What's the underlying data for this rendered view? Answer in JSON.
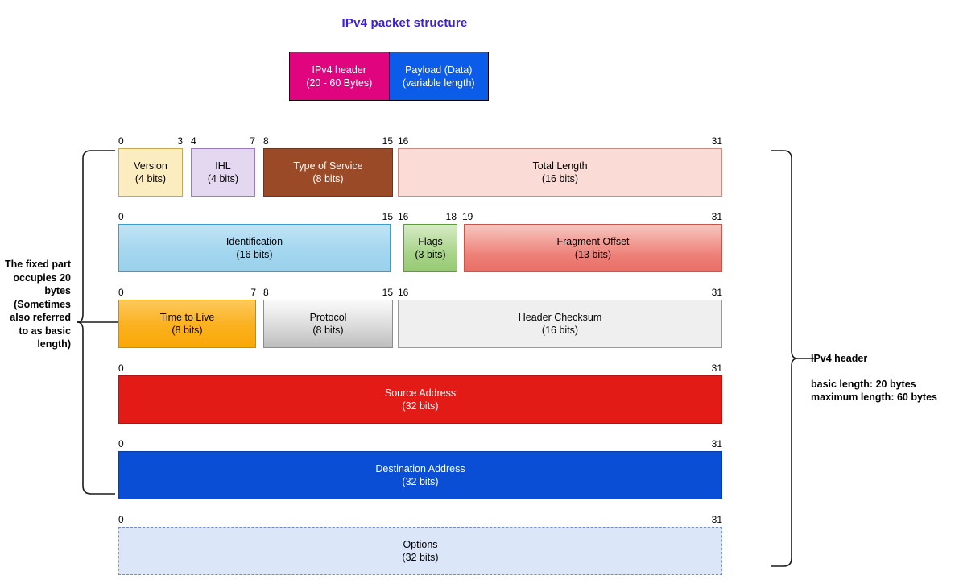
{
  "title": "IPv4 packet structure",
  "colors": {
    "title": "#3B1FE0",
    "header_box": "#E0057F",
    "payload_box": "#0B5CE8",
    "source_address": "#E31B16",
    "destination_address": "#0B4ED6"
  },
  "packet_overview": {
    "header": {
      "name": "IPv4 header",
      "size": "(20 - 60 Bytes)"
    },
    "payload": {
      "name": "Payload (Data)",
      "size": "(variable length)"
    }
  },
  "annotations": {
    "fixed_part": "The fixed part occupies 20 bytes (Sometimes also referred to as basic length)",
    "header_label": "IPv4 header",
    "basic_length": "basic length: 20 bytes",
    "maximum_length": "maximum length: 60 bytes"
  },
  "header_rows": [
    {
      "ruler": [
        {
          "label": "0",
          "pos": 0.0,
          "align": "l"
        },
        {
          "label": "3",
          "pos": 0.2133,
          "align": "r"
        },
        {
          "label": "4",
          "pos": 0.24,
          "align": "l"
        },
        {
          "label": "7",
          "pos": 0.4533,
          "align": "r"
        },
        {
          "label": "8",
          "pos": 0.48,
          "align": "l"
        },
        {
          "label": "15",
          "pos": 0.9267,
          "align": "r"
        },
        {
          "label": "16",
          "pos": 0.9467,
          "align": "l"
        }
      ],
      "ruler_right": "31",
      "fields": [
        {
          "name": "Version",
          "bits": "(4 bits)",
          "style": "f-version",
          "left": 0.0,
          "width": 0.2133
        },
        {
          "name": "IHL",
          "bits": "(4 bits)",
          "style": "f-ihl",
          "left": 0.12,
          "width": 0.2133
        },
        {
          "name": "Type of Service",
          "bits": "(8 bits)",
          "style": "f-tos",
          "left": 0.24,
          "width": 0.2133
        },
        {
          "name": "Total Length",
          "bits": "(16 bits)",
          "style": "f-totlen",
          "left": 0.4627,
          "width": 0.5373
        }
      ]
    }
  ],
  "fields": {
    "version": {
      "name": "Version",
      "bits": "(4 bits)"
    },
    "ihl": {
      "name": "IHL",
      "bits": "(4 bits)"
    },
    "tos": {
      "name": "Type of Service",
      "bits": "(8 bits)"
    },
    "total_length": {
      "name": "Total Length",
      "bits": "(16 bits)"
    },
    "identification": {
      "name": "Identification",
      "bits": "(16 bits)"
    },
    "flags": {
      "name": "Flags",
      "bits": "(3 bits)"
    },
    "frag_offset": {
      "name": "Fragment Offset",
      "bits": "(13 bits)"
    },
    "ttl": {
      "name": "Time to Live",
      "bits": "(8 bits)"
    },
    "protocol": {
      "name": "Protocol",
      "bits": "(8 bits)"
    },
    "checksum": {
      "name": "Header Checksum",
      "bits": "(16 bits)"
    },
    "source": {
      "name": "Source Address",
      "bits": "(32 bits)"
    },
    "destination": {
      "name": "Destination Address",
      "bits": "(32 bits)"
    },
    "options": {
      "name": "Options",
      "bits": "(32 bits)"
    }
  },
  "rulers": {
    "row1": {
      "t0": "0",
      "t3": "3",
      "t4": "4",
      "t7": "7",
      "t8": "8",
      "t15": "15",
      "t16": "16",
      "t31": "31"
    },
    "row2": {
      "t0": "0",
      "t15": "15",
      "t16": "16",
      "t18": "18",
      "t19": "19",
      "t31": "31"
    },
    "row3": {
      "t0": "0",
      "t7": "7",
      "t8": "8",
      "t15": "15",
      "t16": "16",
      "t31": "31"
    },
    "row4": {
      "t0": "0",
      "t31": "31"
    },
    "row5": {
      "t0": "0",
      "t31": "31"
    },
    "row6": {
      "t0": "0",
      "t31": "31"
    }
  }
}
